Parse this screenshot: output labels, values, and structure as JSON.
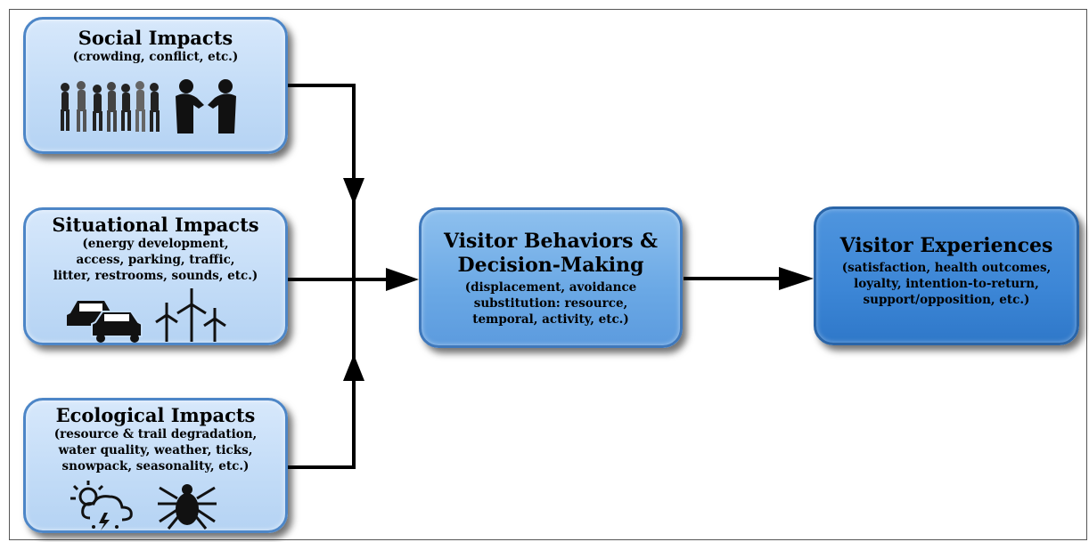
{
  "boxes": {
    "social": {
      "title": "Social Impacts",
      "subtitle": "(crowding, conflict, etc.)"
    },
    "situational": {
      "title": "Situational Impacts",
      "lines": [
        "(energy development,",
        "access, parking, traffic,",
        "litter, restrooms, sounds, etc.)"
      ]
    },
    "ecological": {
      "title": "Ecological Impacts",
      "lines": [
        "(resource & trail degradation,",
        "water quality, weather, ticks,",
        "snowpack, seasonality, etc.)"
      ]
    },
    "behaviors": {
      "title_lines": [
        "Visitor Behaviors &",
        "Decision-Making"
      ],
      "lines": [
        "(displacement, avoidance",
        "substitution: resource,",
        "temporal, activity, etc.)"
      ]
    },
    "experiences": {
      "title": "Visitor Experiences",
      "lines": [
        "(satisfaction, health outcomes,",
        "loyalty, intention-to-return,",
        "support/opposition,  etc.)"
      ]
    }
  },
  "icons": {
    "social": [
      "crowd-silhouette-icon",
      "arguing-people-icon"
    ],
    "situational": [
      "cars-icon",
      "wind-turbines-icon"
    ],
    "ecological": [
      "storm-weather-icon",
      "tick-icon"
    ]
  },
  "colors": {
    "light_box": "#c3dcf7",
    "mid_box": "#6aa8e5",
    "dark_box": "#3c86d6",
    "border": "#4d86c7",
    "arrow": "#000000"
  }
}
